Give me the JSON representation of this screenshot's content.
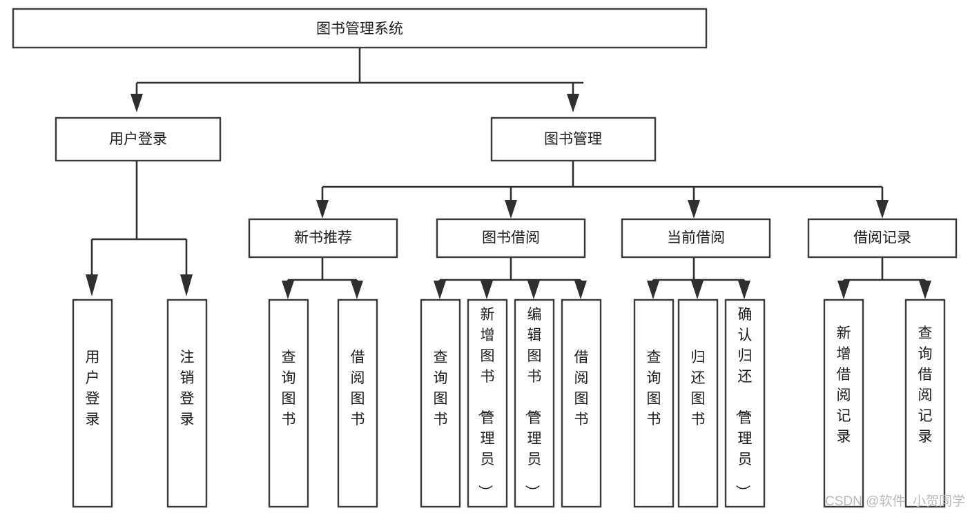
{
  "diagram": {
    "title": "图书管理系统",
    "type": "tree-hierarchy-diagram",
    "orientation": "top-down",
    "colors": {
      "box_border": "#3a3a3a",
      "box_fill": "#ffffff",
      "connector": "#2f2f2f",
      "label_text": "#1b1b1b",
      "watermark": "#b9b9b9",
      "background": "#ffffff"
    },
    "root": {
      "label": "图书管理系统",
      "orientation": "horizontal"
    },
    "level2": [
      {
        "id": "user-login",
        "label": "用户登录",
        "orientation": "horizontal"
      },
      {
        "id": "book-management",
        "label": "图书管理",
        "orientation": "horizontal"
      }
    ],
    "level3": [
      {
        "id": "new-book-recommend",
        "label": "新书推荐",
        "orientation": "horizontal",
        "parent": "book-management"
      },
      {
        "id": "book-borrow",
        "label": "图书借阅",
        "orientation": "horizontal",
        "parent": "book-management"
      },
      {
        "id": "current-borrow",
        "label": "当前借阅",
        "orientation": "horizontal",
        "parent": "book-management"
      },
      {
        "id": "borrow-record",
        "label": "借阅记录",
        "orientation": "horizontal",
        "parent": "book-management"
      }
    ],
    "leaves": [
      {
        "id": "leaf-user-login",
        "label": "用户登录",
        "orientation": "vertical",
        "parent": "user-login"
      },
      {
        "id": "leaf-logout-login",
        "label": "注销登录",
        "orientation": "vertical",
        "parent": "user-login"
      },
      {
        "id": "leaf-query-book-1",
        "label": "查询图书",
        "orientation": "vertical",
        "parent": "new-book-recommend"
      },
      {
        "id": "leaf-borrow-book-1",
        "label": "借阅图书",
        "orientation": "vertical",
        "parent": "new-book-recommend"
      },
      {
        "id": "leaf-query-book-2",
        "label": "查询图书",
        "orientation": "vertical",
        "parent": "book-borrow"
      },
      {
        "id": "leaf-add-book",
        "label": "新增图书（管理员）",
        "orientation": "vertical",
        "parent": "book-borrow"
      },
      {
        "id": "leaf-edit-book",
        "label": "编辑图书（管理员）",
        "orientation": "vertical",
        "parent": "book-borrow"
      },
      {
        "id": "leaf-borrow-book-2",
        "label": "借阅图书",
        "orientation": "vertical",
        "parent": "book-borrow"
      },
      {
        "id": "leaf-query-book-3",
        "label": "查询图书",
        "orientation": "vertical",
        "parent": "current-borrow"
      },
      {
        "id": "leaf-return-book",
        "label": "归还图书",
        "orientation": "vertical",
        "parent": "current-borrow"
      },
      {
        "id": "leaf-confirm-return",
        "label": "确认归还（管理员）",
        "orientation": "vertical",
        "parent": "current-borrow"
      },
      {
        "id": "leaf-add-record",
        "label": "新增借阅记录",
        "orientation": "vertical",
        "parent": "borrow-record"
      },
      {
        "id": "leaf-query-record",
        "label": "查询借阅记录",
        "orientation": "vertical",
        "parent": "borrow-record"
      }
    ],
    "watermark": "CSDN @软件_小贺同学"
  }
}
